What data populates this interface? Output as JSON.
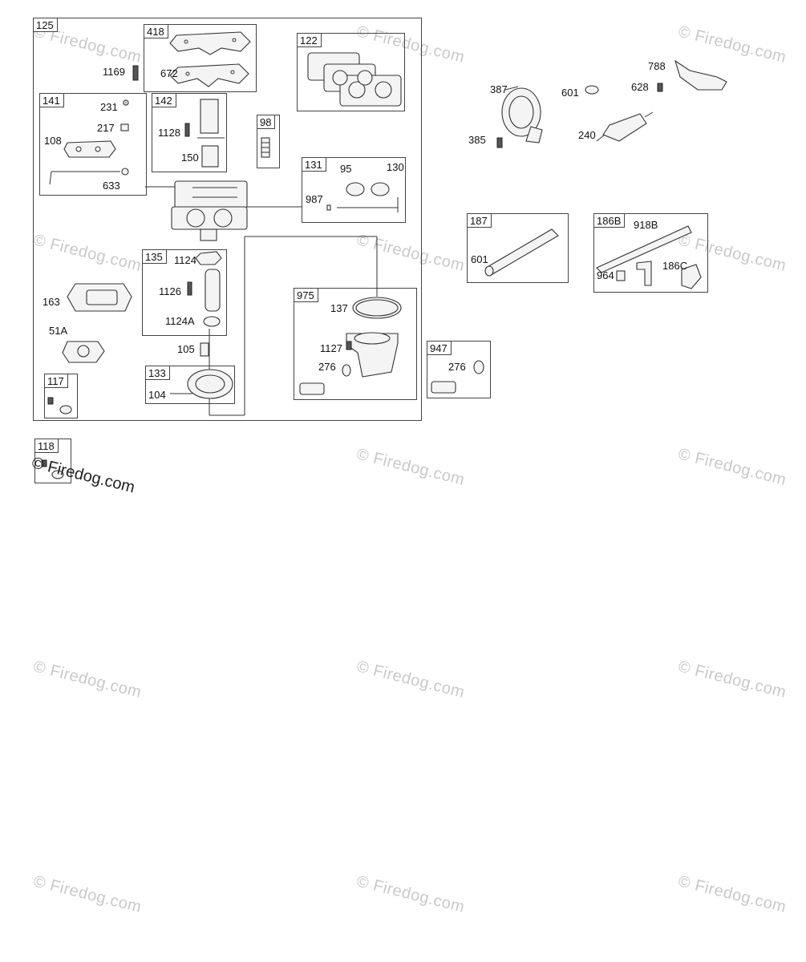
{
  "watermark": "© Firedog.com",
  "groups": {
    "g125": "125",
    "g418": "418",
    "g122": "122",
    "g141": "141",
    "g142": "142",
    "g98": "98",
    "g131": "131",
    "g135": "135",
    "g975": "975",
    "g117": "117",
    "g133": "133",
    "g947": "947",
    "g118": "118",
    "g187": "187",
    "g186b": "186B"
  },
  "parts": {
    "p1169": "1169",
    "p672": "672",
    "p231": "231",
    "p217": "217",
    "p108": "108",
    "p633": "633",
    "p1128": "1128",
    "p150": "150",
    "p95": "95",
    "p130": "130",
    "p987": "987",
    "p1124": "1124",
    "p1126": "1126",
    "p1124a": "1124A",
    "p163": "163",
    "p51a": "51A",
    "p105": "105",
    "p104": "104",
    "p137": "137",
    "p1127": "1127",
    "p276a": "276",
    "p276b": "276",
    "p387": "387",
    "p601a": "601",
    "p628": "628",
    "p788": "788",
    "p385": "385",
    "p240": "240",
    "p601b": "601",
    "p918b": "918B",
    "p964": "964",
    "p186c": "186C"
  }
}
